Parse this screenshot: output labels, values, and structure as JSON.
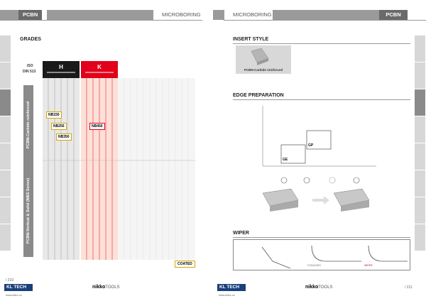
{
  "left": {
    "section_tab": "PCBN",
    "page_header": "MICROBORING",
    "grades_title": "GRADES",
    "iso_label": "ISO",
    "din_label": "DIN 513",
    "iso_groups": [
      {
        "letter": "H",
        "color": "#1a1a1a"
      },
      {
        "letter": "K",
        "color": "#e2001a"
      }
    ],
    "row_label_1": "PCBN-Carbide reinforced",
    "row_label_2": "PCBN-Vertical & Solid (NBS Series)",
    "grades": [
      "NB150",
      "NB250",
      "NB350",
      "NB450"
    ],
    "coated_label": "COATED",
    "page_number": "/ 210",
    "website": "www.kltec.cz",
    "brand_left": "KL TECH",
    "brand_nikko": "nikko",
    "brand_tools": "TOOLS"
  },
  "right": {
    "section_tab": "PCBN",
    "page_header": "MICROBORING",
    "insert_style_title": "INSERT STYLE",
    "insert_caption": "PCBN-Carbide reinforced",
    "edge_prep_title": "EDGE PREPARATION",
    "edge_labels": [
      "GE",
      "GP"
    ],
    "wiper_title": "WIPER",
    "wiper_labels": [
      "STANDARD",
      "WIPER"
    ],
    "page_number": "/ 211",
    "website": "www.kltec.cz",
    "brand_left": "KL TECH",
    "brand_nikko": "nikko",
    "brand_tools": "TOOLS"
  },
  "colors": {
    "topbar": "#9a9a9a",
    "section": "#6a6a6a",
    "hard": "#1a1a1a",
    "cast": "#e2001a",
    "pink": "#fde0d8",
    "grade_border": "#d4a800"
  }
}
